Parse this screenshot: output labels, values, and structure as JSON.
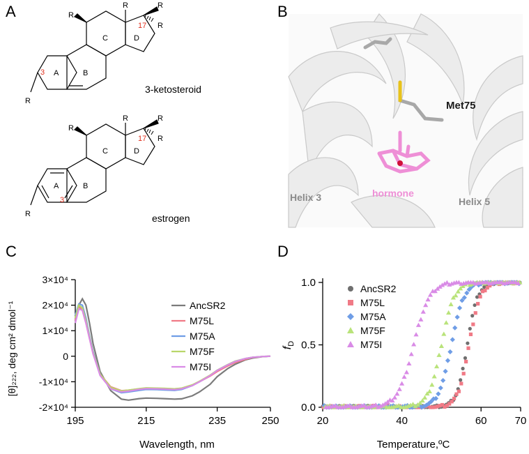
{
  "panels": {
    "A": {
      "letter": "A",
      "ketosteroid": {
        "label": "3-ketosteroid",
        "rings": [
          "A",
          "B",
          "C",
          "D"
        ],
        "num3": "3",
        "num17": "17",
        "R": "R"
      },
      "estrogen": {
        "label": "estrogen",
        "rings": [
          "A",
          "B",
          "C",
          "D"
        ],
        "num3": "3",
        "num17": "17",
        "R": "R"
      }
    },
    "B": {
      "letter": "B",
      "labels": {
        "met": "Met75",
        "hormone": "hormone",
        "helix3": "Helix 3",
        "helix5": "Helix 5"
      },
      "colors": {
        "hormone": "#ee8fd6",
        "sulfur": "#e8c21a",
        "residue": "#a8a8a8",
        "helix": "#e9e9e9"
      }
    },
    "C": {
      "letter": "C"
    },
    "D": {
      "letter": "D"
    }
  },
  "chart_data": [
    {
      "type": "line",
      "panel": "C",
      "xlabel": "Wavelength, nm",
      "ylabel": "[θ]₂₂₂, deg cm² dmol⁻¹",
      "xlim": [
        195,
        250
      ],
      "ylim": [
        -20000,
        30000
      ],
      "x_ticks": [
        "195",
        "215",
        "235",
        "250"
      ],
      "y_ticks": [
        "3×10⁴",
        "2×10⁴",
        "1×10⁴",
        "0",
        "-1×10⁴",
        "-2×10⁴"
      ],
      "y_tick_values": [
        30000,
        20000,
        10000,
        0,
        -10000,
        -20000
      ],
      "legend": "top-right",
      "series": [
        {
          "name": "AncSR2",
          "color": "#7b7b7b",
          "x": [
            195,
            196,
            197,
            198,
            199,
            200,
            202,
            205,
            208,
            210,
            213,
            215,
            218,
            220,
            223,
            225,
            228,
            230,
            233,
            235,
            238,
            240,
            243,
            245,
            248,
            250
          ],
          "y": [
            14000,
            20000,
            22500,
            20000,
            13000,
            5000,
            -6000,
            -13500,
            -16800,
            -17200,
            -16600,
            -16400,
            -16500,
            -16600,
            -16800,
            -16700,
            -15500,
            -14000,
            -11000,
            -8000,
            -4800,
            -3200,
            -1400,
            -700,
            -150,
            0
          ]
        },
        {
          "name": "M75L",
          "color": "#f07a86",
          "x": [
            195,
            196,
            197,
            198,
            199,
            200,
            202,
            205,
            208,
            210,
            213,
            215,
            218,
            220,
            223,
            225,
            228,
            230,
            233,
            235,
            238,
            240,
            243,
            245,
            248,
            250
          ],
          "y": [
            14000,
            19500,
            18000,
            13000,
            7000,
            1000,
            -7000,
            -12000,
            -13500,
            -13300,
            -12800,
            -12600,
            -12600,
            -12700,
            -12800,
            -12600,
            -11400,
            -10000,
            -7800,
            -6000,
            -3800,
            -2500,
            -1200,
            -500,
            -100,
            0
          ]
        },
        {
          "name": "M75A",
          "color": "#6f9de6",
          "x": [
            195,
            196,
            197,
            198,
            199,
            200,
            202,
            205,
            208,
            210,
            213,
            215,
            218,
            220,
            223,
            225,
            228,
            230,
            233,
            235,
            238,
            240,
            243,
            245,
            248,
            250
          ],
          "y": [
            16000,
            20500,
            20000,
            15000,
            8000,
            2000,
            -7000,
            -12800,
            -14300,
            -14000,
            -13400,
            -13000,
            -13100,
            -13200,
            -13400,
            -13000,
            -11500,
            -10000,
            -7500,
            -5500,
            -3300,
            -2000,
            -900,
            -400,
            -100,
            0
          ]
        },
        {
          "name": "M75F",
          "color": "#b9d66a",
          "x": [
            195,
            196,
            197,
            198,
            199,
            200,
            202,
            205,
            208,
            210,
            213,
            215,
            218,
            220,
            223,
            225,
            228,
            230,
            233,
            235,
            238,
            240,
            243,
            245,
            248,
            250
          ],
          "y": [
            15000,
            20000,
            19000,
            14000,
            7500,
            1500,
            -7000,
            -12200,
            -13600,
            -13300,
            -12700,
            -12400,
            -12500,
            -12600,
            -12800,
            -12500,
            -11200,
            -9800,
            -7400,
            -5500,
            -3300,
            -2000,
            -900,
            -400,
            -100,
            0
          ]
        },
        {
          "name": "M75I",
          "color": "#d98be6",
          "x": [
            195,
            196,
            197,
            198,
            199,
            200,
            202,
            205,
            208,
            210,
            213,
            215,
            218,
            220,
            223,
            225,
            228,
            230,
            233,
            235,
            238,
            240,
            243,
            245,
            248,
            250
          ],
          "y": [
            13000,
            18500,
            18000,
            13000,
            7000,
            1000,
            -7500,
            -12800,
            -14000,
            -13700,
            -13000,
            -12700,
            -12800,
            -12900,
            -13100,
            -12800,
            -11500,
            -10000,
            -7600,
            -5600,
            -3400,
            -2100,
            -900,
            -400,
            -100,
            0
          ]
        }
      ]
    },
    {
      "type": "scatter",
      "panel": "D",
      "xlabel": "Temperature,",
      "xlabel_unit": "ºC",
      "ylabel": "f",
      "ylabel_sub": "D",
      "xlim": [
        20,
        70
      ],
      "ylim": [
        0,
        1
      ],
      "x_ticks": [
        "20",
        "40",
        "60",
        "70"
      ],
      "x_tick_values": [
        20,
        40,
        60,
        70
      ],
      "y_ticks": [
        "1.0",
        "0.5",
        "0.0"
      ],
      "y_tick_values": [
        1,
        0.5,
        0
      ],
      "legend": "top-left",
      "series": [
        {
          "name": "AncSR2",
          "color": "#6f6f6f",
          "marker": "circle",
          "tm": 56.5,
          "slope": 1.3
        },
        {
          "name": "M75L",
          "color": "#f07a86",
          "marker": "square",
          "tm": 57.0,
          "slope": 1.4
        },
        {
          "name": "M75A",
          "color": "#6f9de6",
          "marker": "diamond",
          "tm": 52.5,
          "slope": 1.6
        },
        {
          "name": "M75F",
          "color": "#b9e37a",
          "marker": "triangle",
          "tm": 50.0,
          "slope": 1.6
        },
        {
          "name": "M75I",
          "color": "#d98be6",
          "marker": "triangle",
          "tm": 43.0,
          "slope": 2.0
        }
      ]
    }
  ]
}
